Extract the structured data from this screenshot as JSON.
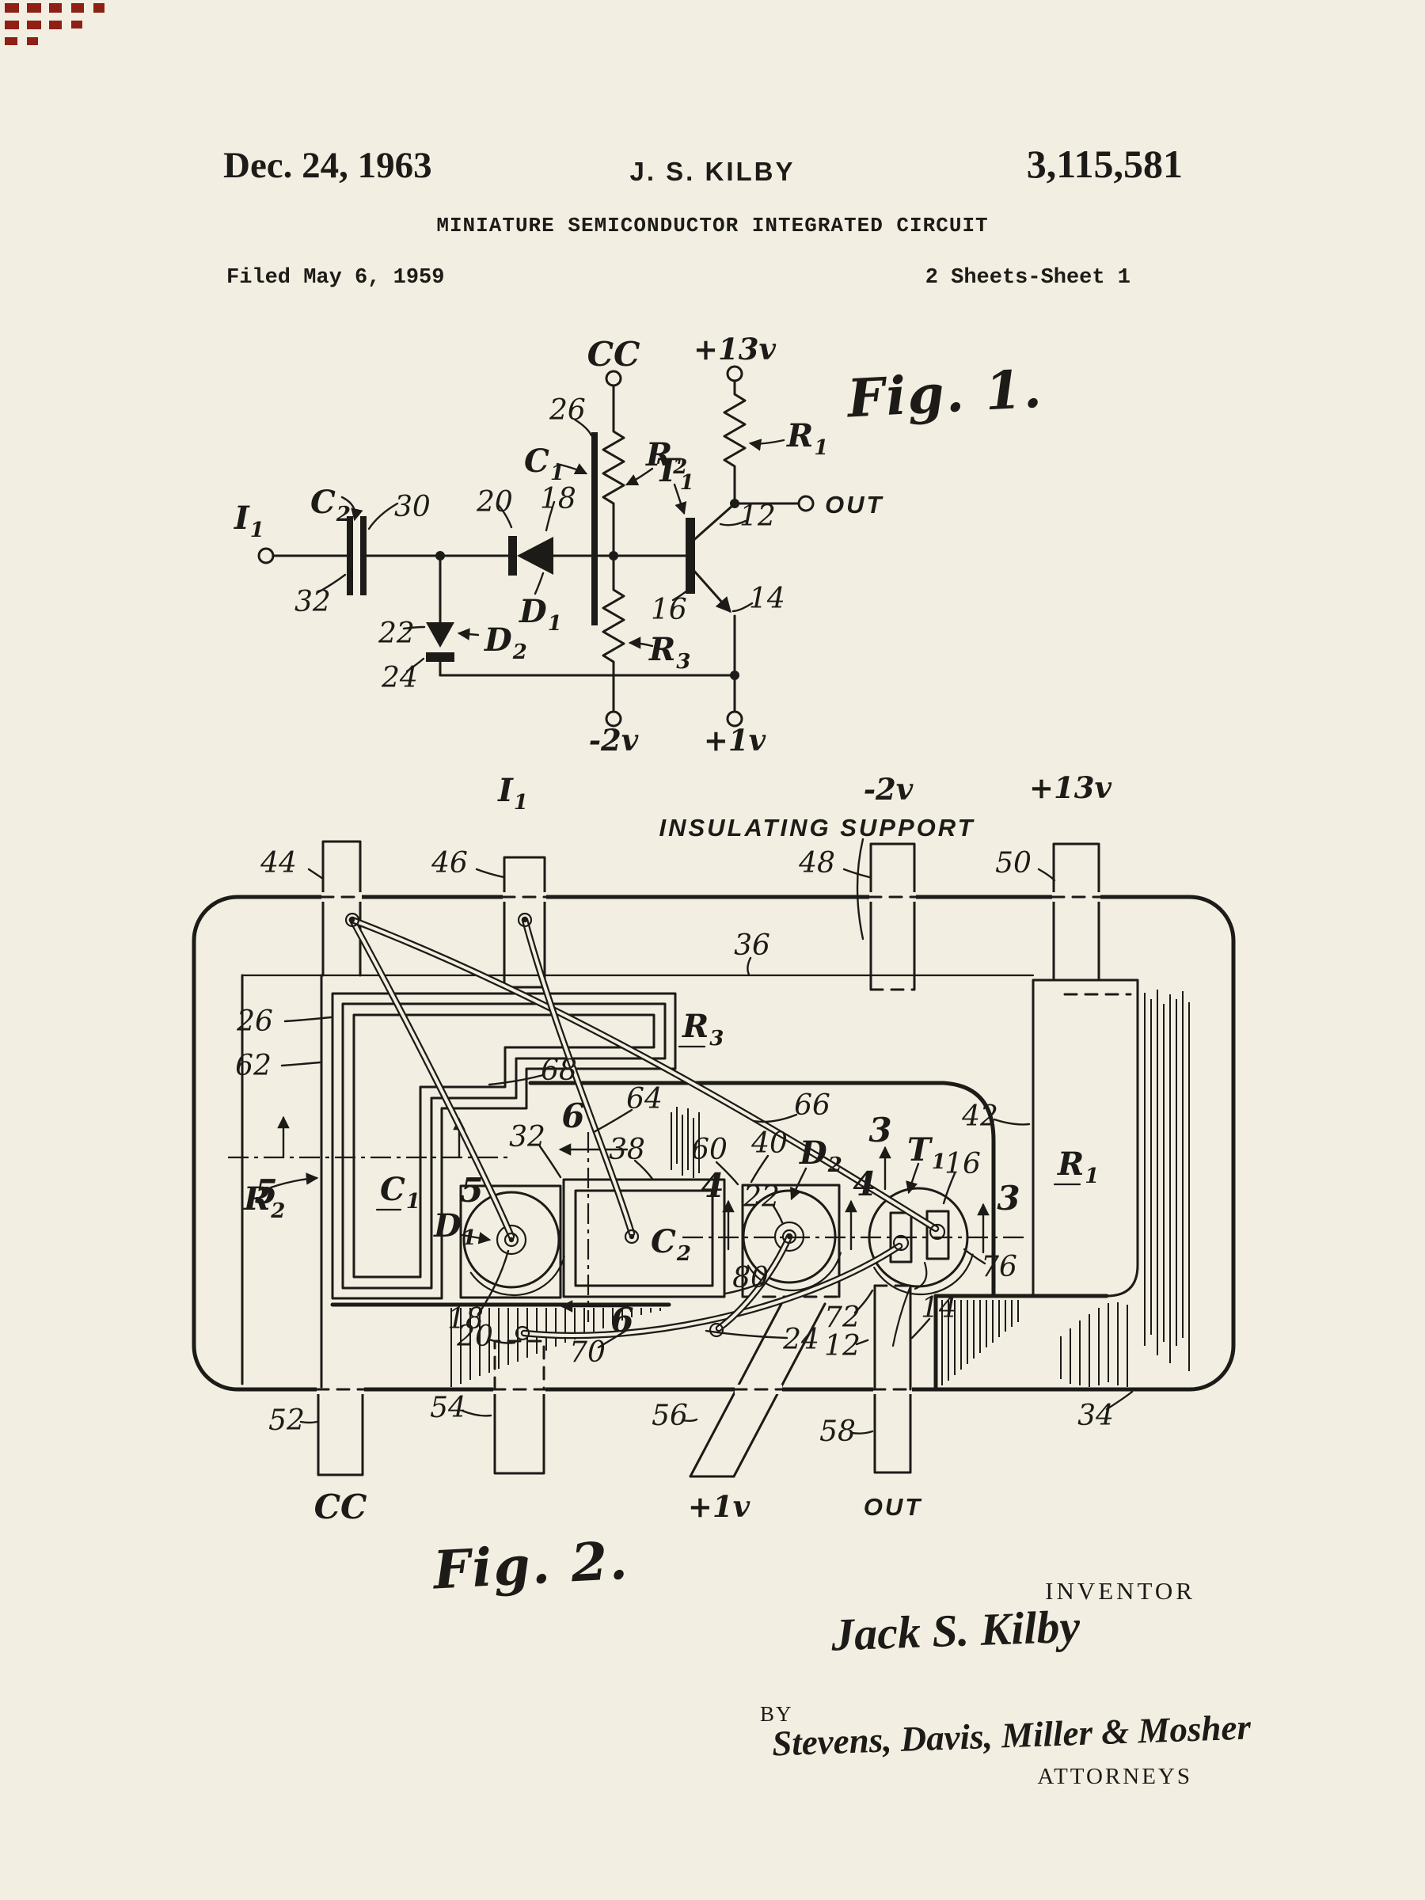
{
  "page": {
    "bg_color": "#f2eee1",
    "ink_color": "#1c1b17",
    "artifact_red": "#8e2016",
    "header": {
      "date": "Dec. 24, 1963",
      "inventor_name": "J. S. KILBY",
      "patent_number": "3,115,581",
      "title": "MINIATURE SEMICONDUCTOR INTEGRATED CIRCUIT",
      "filed": "Filed May 6, 1959",
      "sheet": "2 Sheets-Sheet 1"
    },
    "signature": {
      "inventor_heading": "INVENTOR",
      "inventor_signature": "Jack S. Kilby",
      "by_label": "BY",
      "attorneys_signature": "Stevens, Davis, Miller & Mosher",
      "attorneys_heading": "ATTORNEYS"
    }
  },
  "sym": {
    "C1": {
      "b": "C",
      "s": "1"
    },
    "C2": {
      "b": "C",
      "s": "2"
    },
    "R1": {
      "b": "R",
      "s": "1"
    },
    "R2": {
      "b": "R",
      "s": "2"
    },
    "R3": {
      "b": "R",
      "s": "3"
    },
    "T1": {
      "b": "T",
      "s": "1"
    },
    "D1": {
      "b": "D",
      "s": "1"
    },
    "D2": {
      "b": "D",
      "s": "2"
    },
    "I1": {
      "b": "I",
      "s": "1"
    }
  },
  "fig1": {
    "caption": "Fig. 1.",
    "terms": {
      "cc": "CC",
      "v13": "+13v",
      "v2": "-2v",
      "v1": "+1v",
      "out": "OUT"
    },
    "refs": {
      "n12": "12",
      "n14": "14",
      "n16": "16",
      "n18": "18",
      "n20": "20",
      "n22": "22",
      "n24": "24",
      "n26": "26",
      "n30": "30",
      "n32": "32"
    }
  },
  "fig2": {
    "caption": "Fig. 2.",
    "support_label": "INSULATING SUPPORT",
    "terms": {
      "v2": "-2v",
      "v13": "+13v",
      "cc": "CC",
      "v1": "+1v",
      "out": "OUT"
    },
    "sections": {
      "s3": "3",
      "s4": "4",
      "s5": "5",
      "s6": "6"
    },
    "refs": {
      "n12": "12",
      "n14": "14",
      "n16": "16",
      "n18": "18",
      "n20": "20",
      "n22": "22",
      "n24": "24",
      "n26": "26",
      "n32": "32",
      "n34": "34",
      "n36": "36",
      "n38": "38",
      "n40": "40",
      "n42": "42",
      "n44": "44",
      "n46": "46",
      "n48": "48",
      "n50": "50",
      "n52": "52",
      "n54": "54",
      "n56": "56",
      "n58": "58",
      "n60": "60",
      "n62": "62",
      "n64": "64",
      "n66": "66",
      "n68": "68",
      "n70": "70",
      "n72": "72",
      "n76": "76",
      "n80": "80"
    }
  }
}
